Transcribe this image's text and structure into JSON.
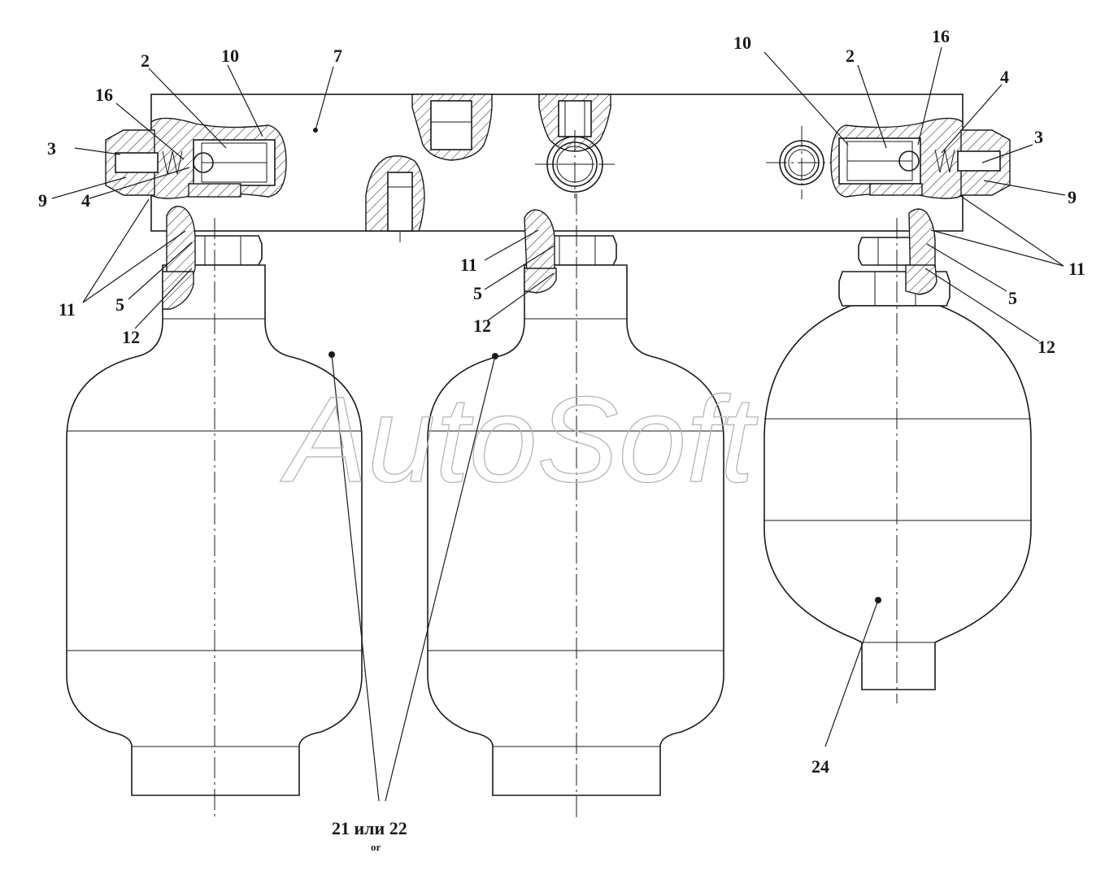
{
  "callouts": {
    "c2_left": "2",
    "c10_left": "10",
    "c7": "7",
    "c16_left": "16",
    "c3_left": "3",
    "c9_left": "9",
    "c4_left": "4",
    "c11_left": "11",
    "c5_left": "5",
    "c12_left": "12",
    "c11_mid": "11",
    "c5_mid": "5",
    "c12_mid": "12",
    "c10_right": "10",
    "c2_right": "2",
    "c16_right": "16",
    "c4_right": "4",
    "c3_right": "3",
    "c9_right": "9",
    "c11_right": "11",
    "c5_right": "5",
    "c12_right": "12",
    "c24": "24",
    "c21_22": "21 или 22",
    "c21_22_sub": "or"
  },
  "watermark": "AutoSoft"
}
